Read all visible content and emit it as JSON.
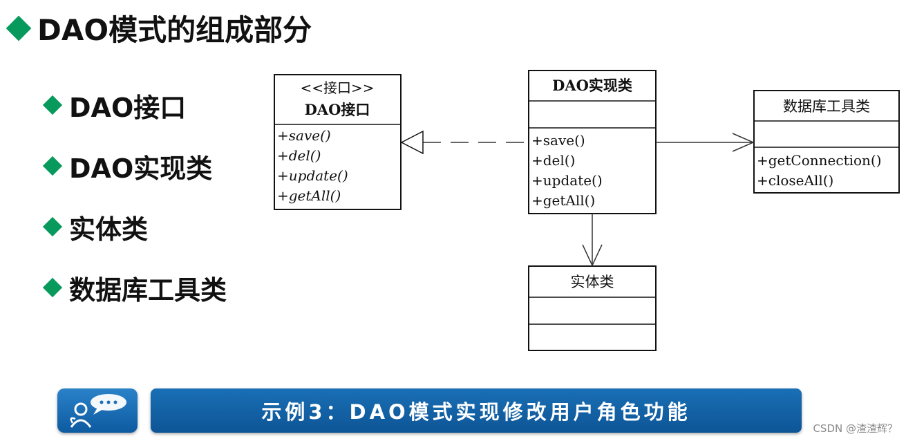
{
  "title": "DAO模式的组成部分",
  "bullets": [
    "DAO接口",
    "DAO实现类",
    "实体类",
    "数据库工具类"
  ],
  "diagram": {
    "interface_class": {
      "stereotype": "<<接口>>",
      "name": "DAO接口",
      "methods": [
        "+save()",
        "+del()",
        "+update()",
        "+getAll()"
      ]
    },
    "impl_class": {
      "name": "DAO实现类",
      "methods": [
        "+save()",
        "+del()",
        "+update()",
        "+getAll()"
      ]
    },
    "util_class": {
      "name": "数据库工具类",
      "methods": [
        "+getConnection()",
        "+closeAll()"
      ]
    },
    "entity_class": {
      "name": "实体类"
    }
  },
  "banner": {
    "text": "示例3：DAO模式实现修改用户角色功能",
    "icon": "chat-user-icon"
  },
  "watermark": "CSDN @渣渣辉？",
  "colors": {
    "bullet": "#079a5c",
    "banner": "#0d5596"
  }
}
